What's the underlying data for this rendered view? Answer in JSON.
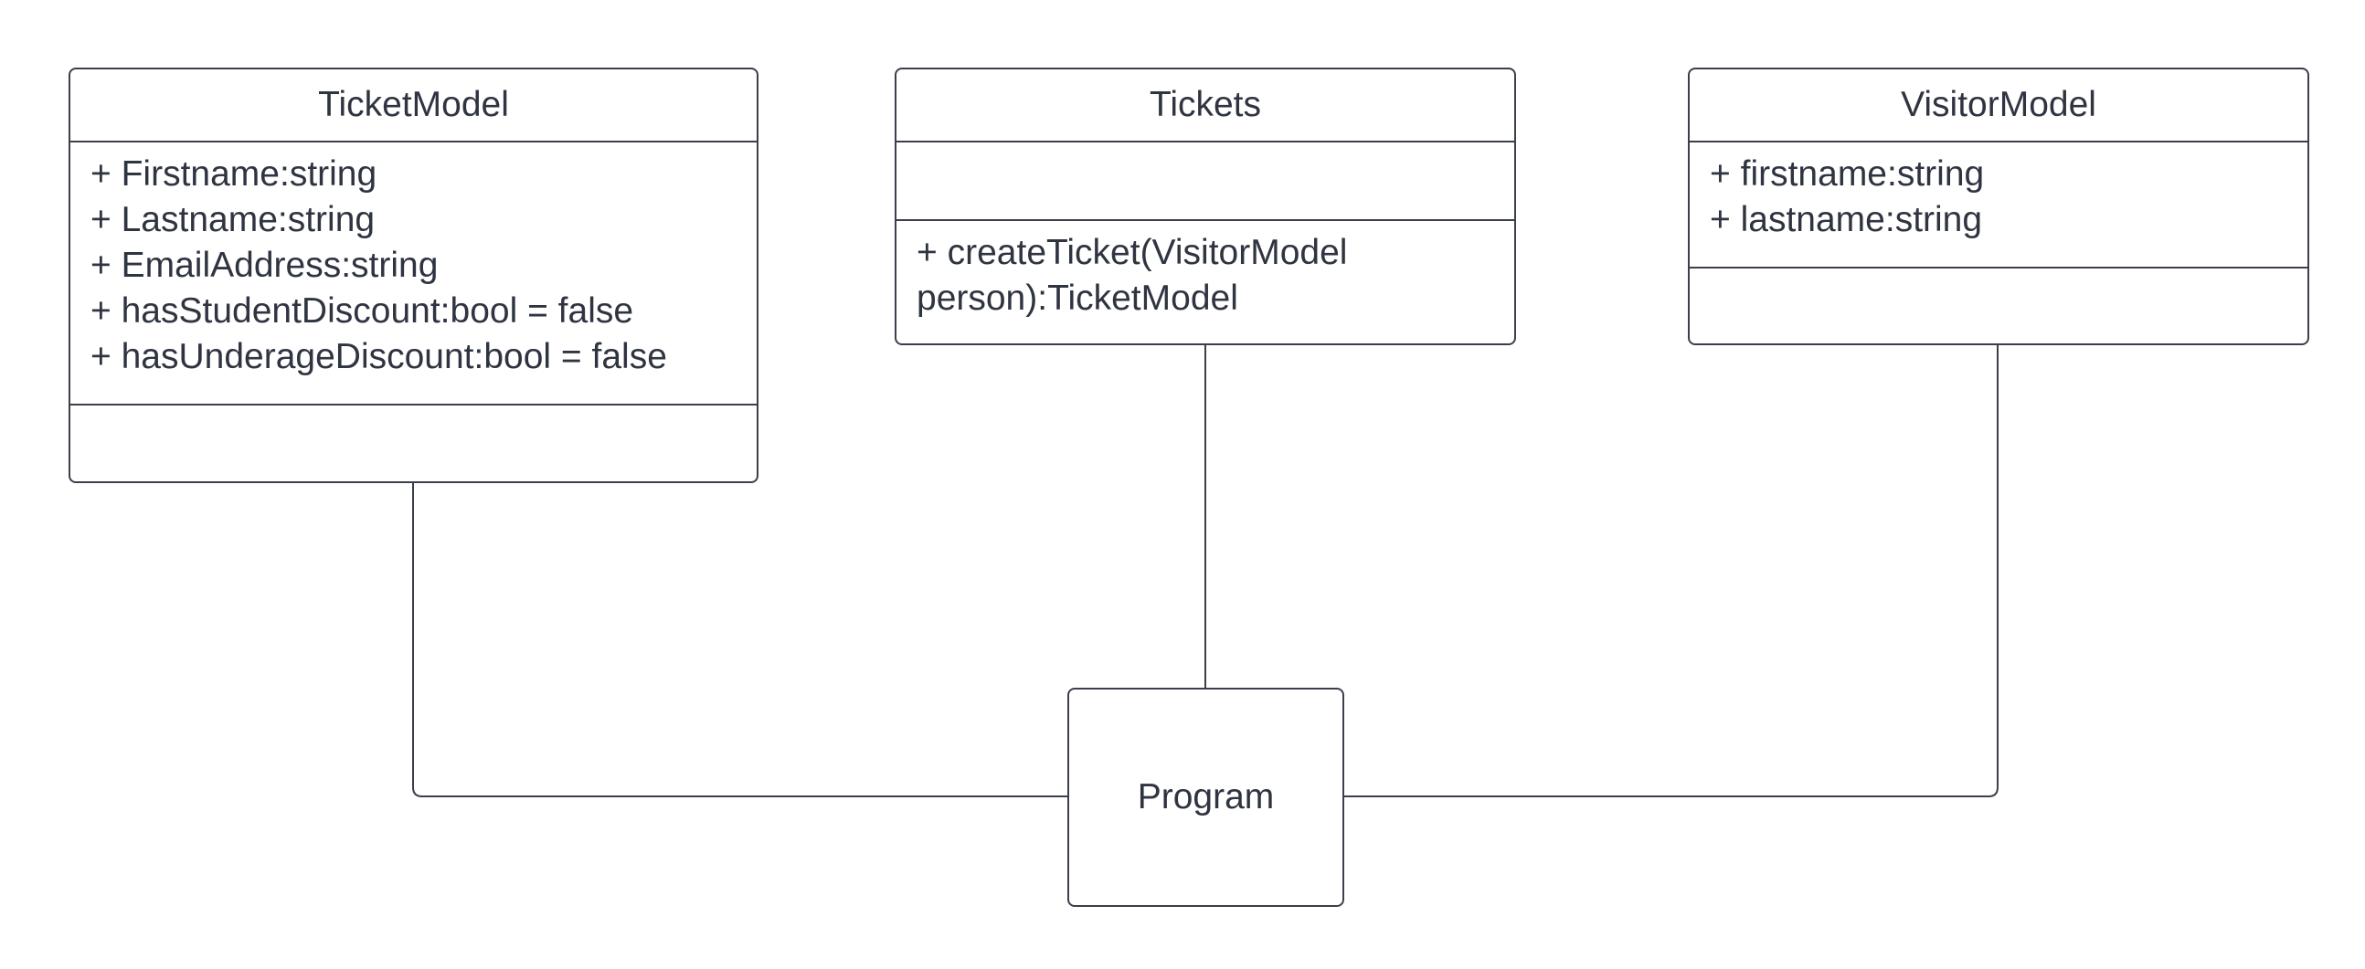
{
  "diagram": {
    "classes": [
      {
        "id": "ticketmodel",
        "name": "TicketModel",
        "attributes": [
          "+ Firstname:string",
          "+ Lastname:string",
          "+ EmailAddress:string",
          "+ hasStudentDiscount:bool = false",
          "+ hasUnderageDiscount:bool = false"
        ],
        "methods": []
      },
      {
        "id": "tickets",
        "name": "Tickets",
        "attributes": [],
        "methods": [
          "+ createTicket(VisitorModel person):TicketModel"
        ]
      },
      {
        "id": "visitormodel",
        "name": "VisitorModel",
        "attributes": [
          "+ firstname:string",
          "+ lastname:string"
        ],
        "methods": []
      }
    ],
    "program": {
      "label": "Program"
    },
    "connections": [
      {
        "from": "TicketModel",
        "to": "Program"
      },
      {
        "from": "Tickets",
        "to": "Program"
      },
      {
        "from": "VisitorModel",
        "to": "Program"
      }
    ]
  }
}
